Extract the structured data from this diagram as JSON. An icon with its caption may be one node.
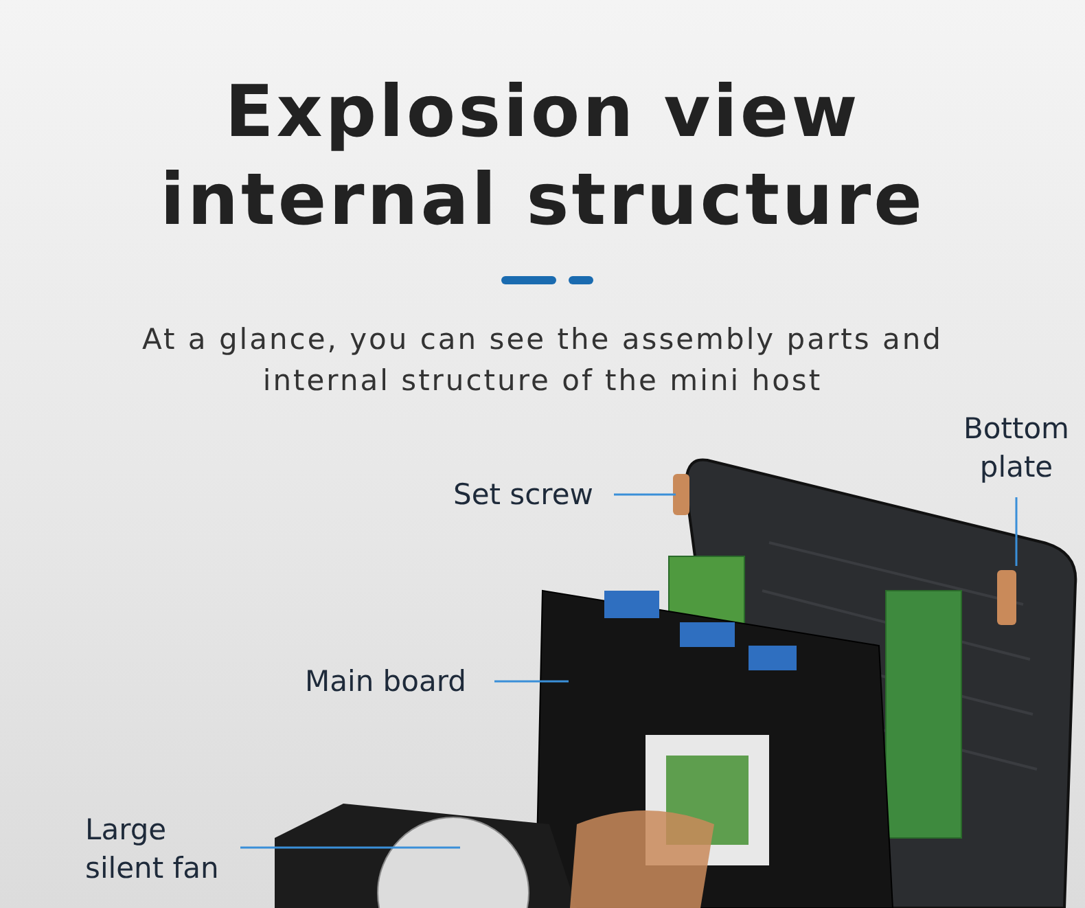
{
  "diagram": {
    "title": "Explosion view internal structure",
    "nodes": [
      {
        "text": [
          "Set screw"
        ]
      },
      {
        "text": [
          "Bottom plate"
        ]
      },
      {
        "text": [
          "Main board"
        ]
      },
      {
        "text": [
          "Large silent fan"
        ]
      }
    ],
    "edges": [
      {
        "from": 0,
        "to": null,
        "arrow": "none"
      },
      {
        "from": 1,
        "to": null,
        "arrow": "none"
      },
      {
        "from": 2,
        "to": null,
        "arrow": "none"
      },
      {
        "from": 3,
        "to": null,
        "arrow": "none"
      }
    ],
    "labels": [
      "At a glance, you can see the assembly parts and internal structure of the mini host"
    ]
  }
}
